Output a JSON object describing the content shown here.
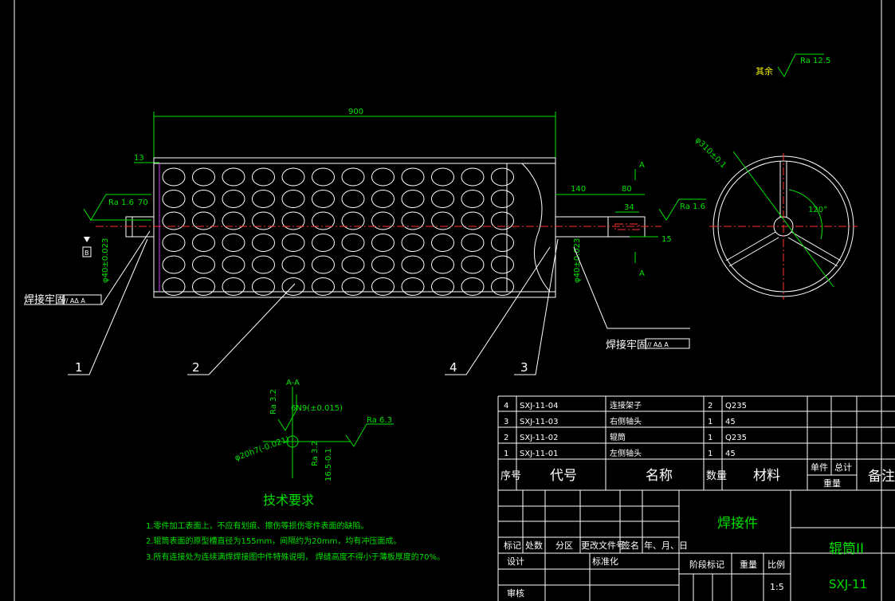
{
  "drawing": {
    "dim_total_length": "900",
    "dim_left_offset": "13",
    "dim_right_shaft": "140",
    "dim_right_80": "80",
    "dim_right_34": "34",
    "dim_right_15": "15",
    "left_shaft_dia": "φ40±0.023",
    "right_shaft_dia": "φ40±0.023",
    "disc_dia": "φ310±0.1",
    "angle": "120°",
    "rad_label_1": "Ra 1.6",
    "rad_label_1b": "70",
    "rad_label_2": "Ra 1.6",
    "rad_label_rest": "Ra 12.5",
    "rest_label": "其余",
    "section_marker": "A",
    "datum": "B",
    "weld_label_left": "焊接牢固",
    "weld_label_right": "焊接牢固",
    "weld_sym": "// AΔ A",
    "callouts": [
      "1",
      "2",
      "4",
      "3"
    ],
    "section_title": "A-A",
    "section_ra": "Ra 3.2",
    "section_ra2": "Ra 6.3",
    "section_ra3": "Ra 3.2",
    "section_key": "6N9(±0.015)",
    "section_dia": "φ20h7(-0.021)",
    "section_depth": "16.5-0.1"
  },
  "requirements": {
    "title": "技术要求",
    "items": [
      "1.零件加工表面上，不应有划痕、擦伤等损伤零件表面的缺陷。",
      "2.辊筒表面的原型槽直径为155mm，间隔约为20mm，均有冲压面成。",
      "3.所有连接处为连续满焊焊接图中件特殊说明， 焊缝高度不得小于薄板厚度的70%。"
    ]
  },
  "bom": {
    "rows": [
      {
        "no": "4",
        "code": "SXJ-11-04",
        "name": "连接架子",
        "qty": "2",
        "material": "Q235"
      },
      {
        "no": "3",
        "code": "SXJ-11-03",
        "name": "右侧轴头",
        "qty": "1",
        "material": "45"
      },
      {
        "no": "2",
        "code": "SXJ-11-02",
        "name": "辊筒",
        "qty": "1",
        "material": "Q235"
      },
      {
        "no": "1",
        "code": "SXJ-11-01",
        "name": "左侧轴头",
        "qty": "1",
        "material": "45"
      }
    ],
    "headers": {
      "no": "序号",
      "code": "代号",
      "name": "名称",
      "qty": "数量",
      "material": "材料",
      "unit": "单件",
      "total": "总计",
      "weight": "重量",
      "remark": "备注"
    }
  },
  "titleblock": {
    "type": "焊接件",
    "part_name": "辊筒II",
    "drawing_no": "SXJ-11",
    "scale": "1:5",
    "rev_mark": "标记",
    "rev_count": "处数",
    "rev_zone": "分区",
    "rev_doc": "更改文件号",
    "rev_sign": "签名",
    "rev_date": "年、月、日",
    "design": "设计",
    "standard": "标准化",
    "stage": "阶段标记",
    "weight": "重量",
    "ratio": "比例",
    "review": "审核"
  }
}
